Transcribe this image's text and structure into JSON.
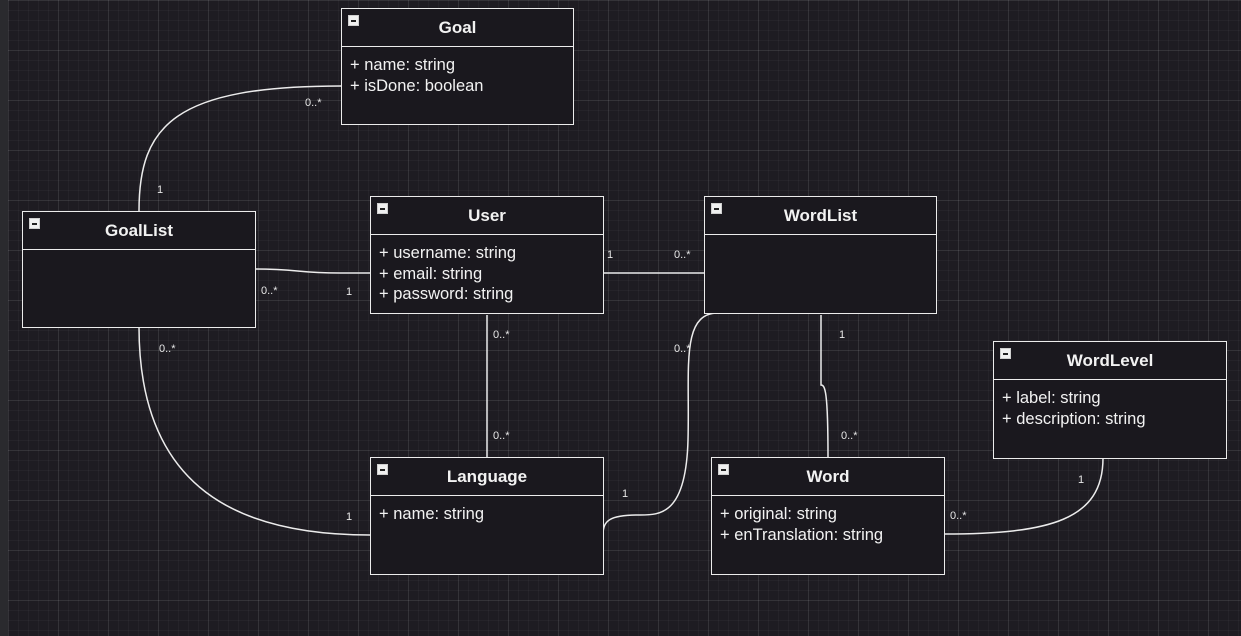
{
  "classes": {
    "goal": {
      "name": "Goal",
      "attributes": [
        "+ name: string",
        "+ isDone: boolean"
      ]
    },
    "goallist": {
      "name": "GoalList",
      "attributes": []
    },
    "user": {
      "name": "User",
      "attributes": [
        "+ username: string",
        "+ email: string",
        "+ password: string"
      ]
    },
    "wordlist": {
      "name": "WordList",
      "attributes": []
    },
    "wordlevel": {
      "name": "WordLevel",
      "attributes": [
        "+ label: string",
        "+ description: string"
      ]
    },
    "language": {
      "name": "Language",
      "attributes": [
        "+ name: string"
      ]
    },
    "word": {
      "name": "Word",
      "attributes": [
        "+ original: string",
        "+ enTranslation: string"
      ]
    }
  },
  "multiplicities": {
    "goal_goallist_goal": "0..*",
    "goal_goallist_goallist": "1",
    "goallist_user_goallist": "0..*",
    "goallist_user_user": "1",
    "user_wordlist_user": "1",
    "user_wordlist_wordlist": "0..*",
    "user_language_user": "0..*",
    "user_language_language": "0..*",
    "goallist_language_goallist": "0..*",
    "goallist_language_language": "1",
    "wordlist_language_wordlist": "0..*",
    "wordlist_language_language": "1",
    "wordlist_word_wordlist": "1",
    "wordlist_word_word": "0..*",
    "word_wordlevel_word": "0..*",
    "word_wordlevel_wordlevel": "1"
  }
}
